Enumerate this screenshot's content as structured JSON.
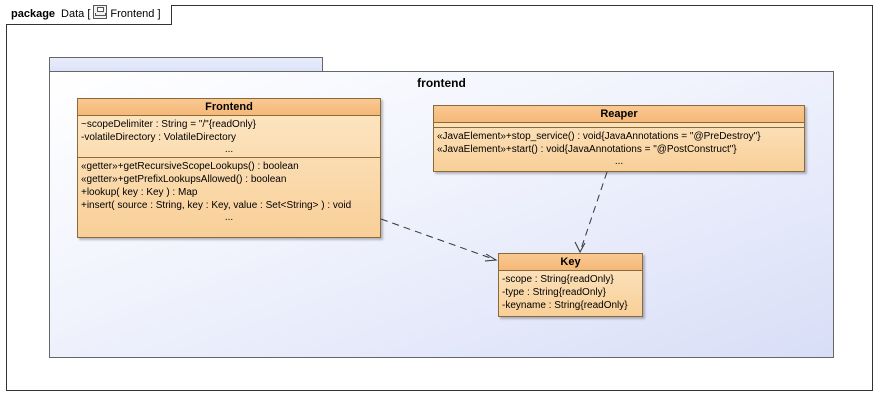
{
  "frame": {
    "keyword": "package",
    "name_prefix": "Data [",
    "diagram_name": "Frontend",
    "name_suffix": "]"
  },
  "package": {
    "name": "frontend"
  },
  "classes": {
    "frontend": {
      "name": "Frontend",
      "attributes": [
        "~scopeDelimiter : String = \"/\"{readOnly}",
        "-volatileDirectory : VolatileDirectory"
      ],
      "attributes_more": "...",
      "operations": [
        "«getter»+getRecursiveScopeLookups() : boolean",
        "«getter»+getPrefixLookupsAllowed() : boolean",
        "+lookup( key : Key ) : Map",
        "+insert( source : String, key : Key, value : Set<String> ) : void"
      ],
      "operations_more": "..."
    },
    "reaper": {
      "name": "Reaper",
      "operations": [
        "«JavaElement»+stop_service() : void{JavaAnnotations = \"@PreDestroy\"}",
        "«JavaElement»+start() : void{JavaAnnotations = \"@PostConstruct\"}"
      ],
      "operations_more": "..."
    },
    "key": {
      "name": "Key",
      "attributes": [
        "-scope : String{readOnly}",
        "-type : String{readOnly}",
        "-keyname : String{readOnly}"
      ]
    }
  },
  "colors": {
    "class_fill_top": "#fde7c5",
    "class_fill_bottom": "#f8cf98",
    "package_fill": "#d8def7",
    "border": "#8a6a3a"
  }
}
